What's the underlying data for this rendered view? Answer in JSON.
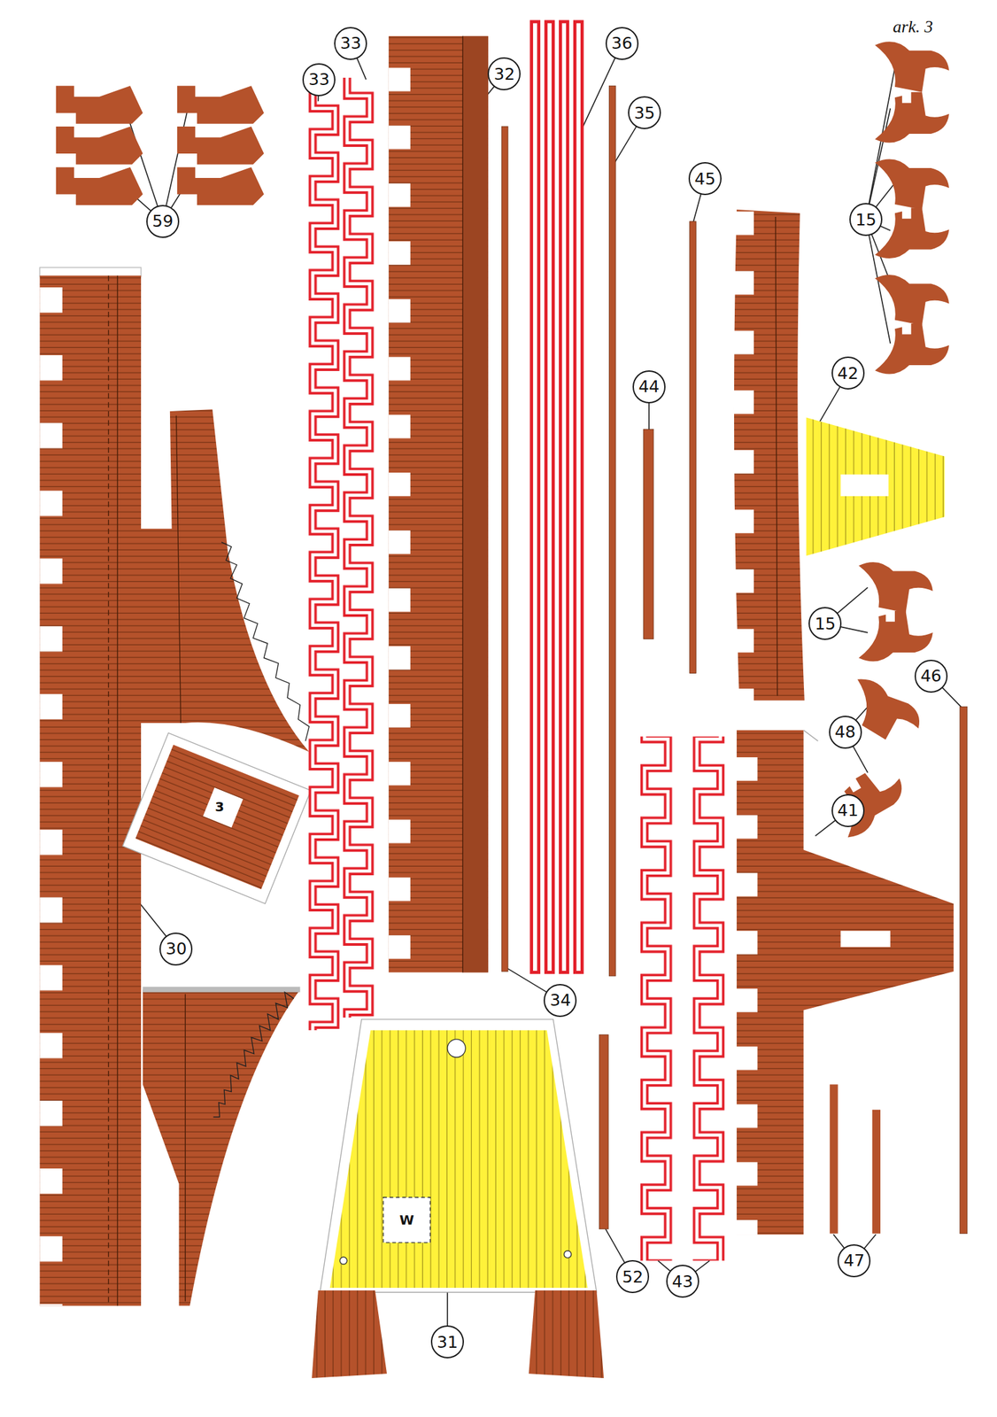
{
  "diagram": {
    "nodes": [
      {
        "text": [
          "36"
        ]
      },
      {
        "text": [
          "33"
        ]
      },
      {
        "text": [
          "32"
        ]
      },
      {
        "text": [
          "33"
        ]
      },
      {
        "text": [
          "35"
        ]
      },
      {
        "text": [
          "45"
        ]
      },
      {
        "text": [
          "15"
        ]
      },
      {
        "text": [
          "59"
        ]
      },
      {
        "text": [
          "42"
        ]
      },
      {
        "text": [
          "44"
        ]
      },
      {
        "text": [
          "15"
        ]
      },
      {
        "text": [
          "46"
        ]
      },
      {
        "text": [
          "48"
        ]
      },
      {
        "text": [
          "41"
        ]
      },
      {
        "text": [
          "30"
        ]
      },
      {
        "text": [
          "34"
        ]
      },
      {
        "text": [
          "47"
        ]
      },
      {
        "text": [
          "52"
        ]
      },
      {
        "text": [
          "43"
        ]
      },
      {
        "text": [
          "31"
        ]
      }
    ],
    "labels": [
      "ark. 3",
      "3",
      "W"
    ]
  }
}
